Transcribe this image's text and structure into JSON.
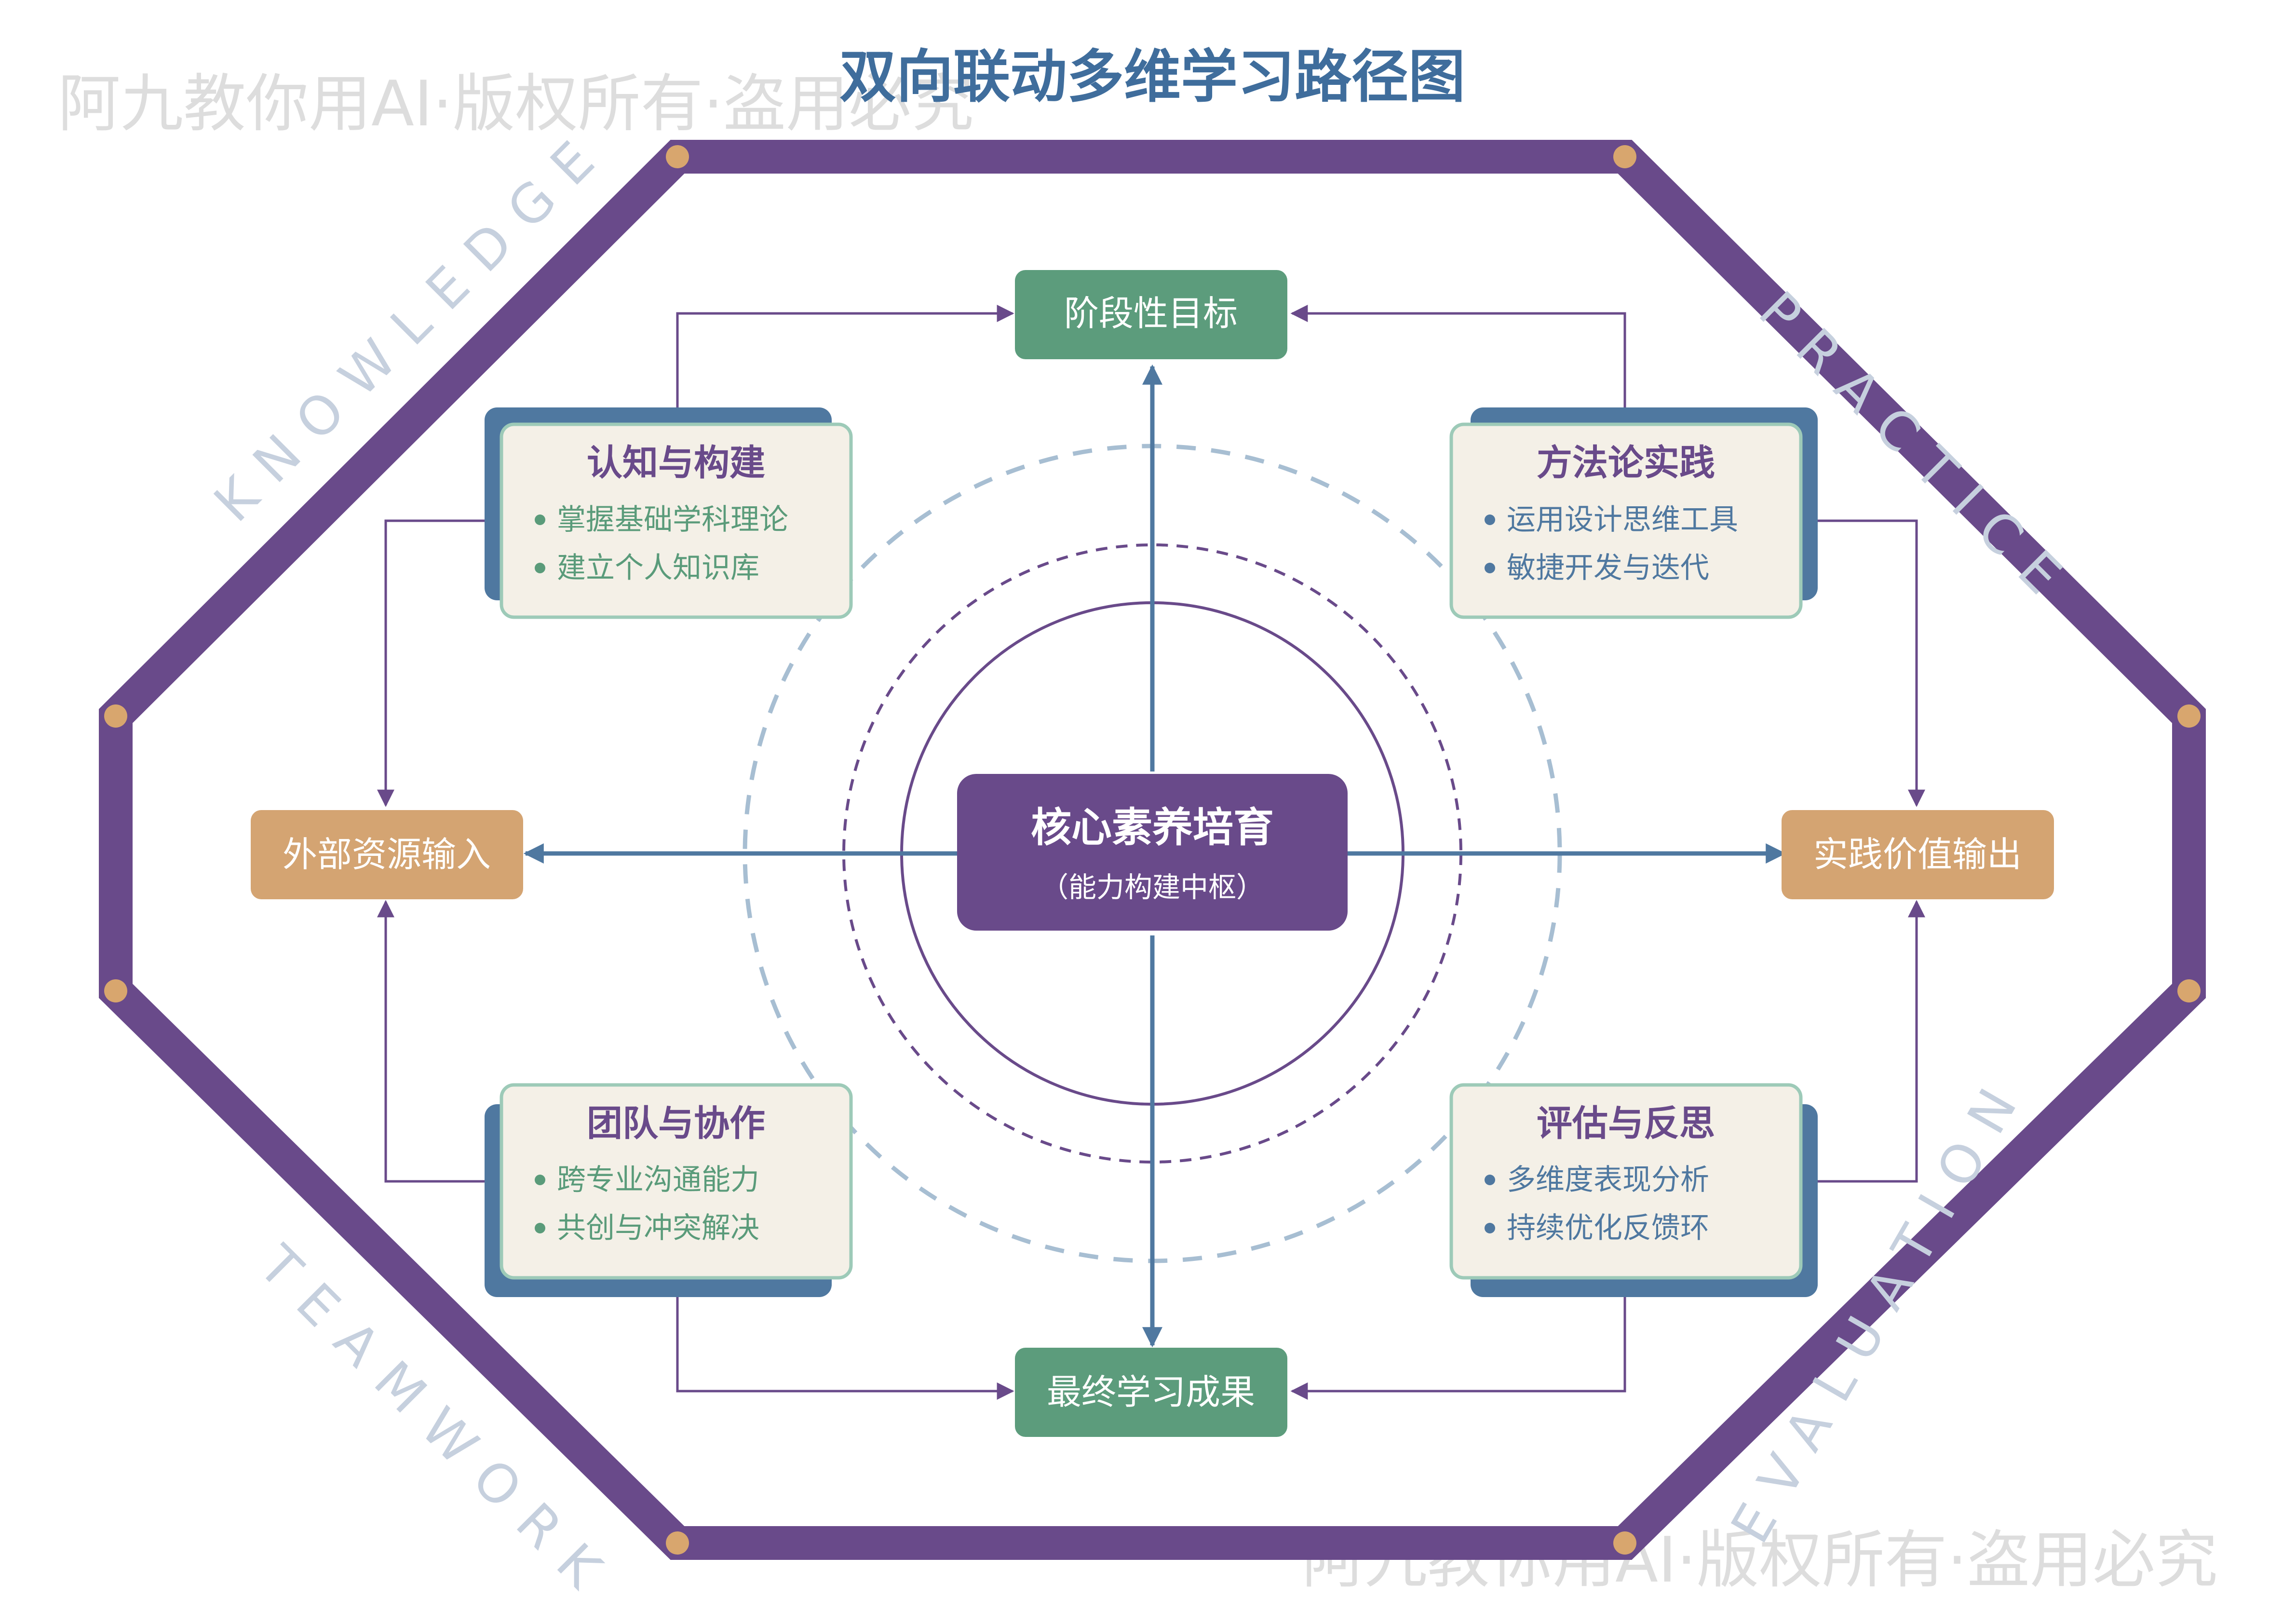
{
  "title": "双向联动多维学习路径图",
  "watermark": {
    "top_left": "阿九教你用AI·版权所有·盗用必究",
    "bottom_right": "阿九教你用AI·版权所有·盗用必究"
  },
  "ring_words": {
    "knowledge": "KNOWLEDGE",
    "practice": "PRACTICE",
    "evaluation": "EVALUATION",
    "teamwork": "TEAMWORK"
  },
  "center": {
    "title": "核心素养培育",
    "subtitle": "（能力构建中枢）"
  },
  "nodes": {
    "top": "阶段性目标",
    "bottom": "最终学习成果",
    "left": "外部资源输入",
    "right": "实践价值输出"
  },
  "cards": {
    "top_left": {
      "title": "认知与构建",
      "items": [
        "掌握基础学科理论",
        "建立个人知识库"
      ]
    },
    "top_right": {
      "title": "方法论实践",
      "items": [
        "运用设计思维工具",
        "敏捷开发与迭代"
      ]
    },
    "bottom_left": {
      "title": "团队与协作",
      "items": [
        "跨专业沟通能力",
        "共创与冲突解决"
      ]
    },
    "bottom_right": {
      "title": "评估与反思",
      "items": [
        "多维度表现分析",
        "持续优化反馈环"
      ]
    }
  },
  "colors": {
    "purple": "#694a8a",
    "blue": "#4f78a0",
    "green": "#5c9c7c",
    "tan": "#d4a472",
    "cream": "#f4f0e7",
    "bullet_green": "#5a9b7a",
    "dot_tan": "#d8a66e",
    "watermark_gray": "#dddddd",
    "ring_word_gray": "#c6d0de",
    "title_blue": "#3f6d9c"
  }
}
